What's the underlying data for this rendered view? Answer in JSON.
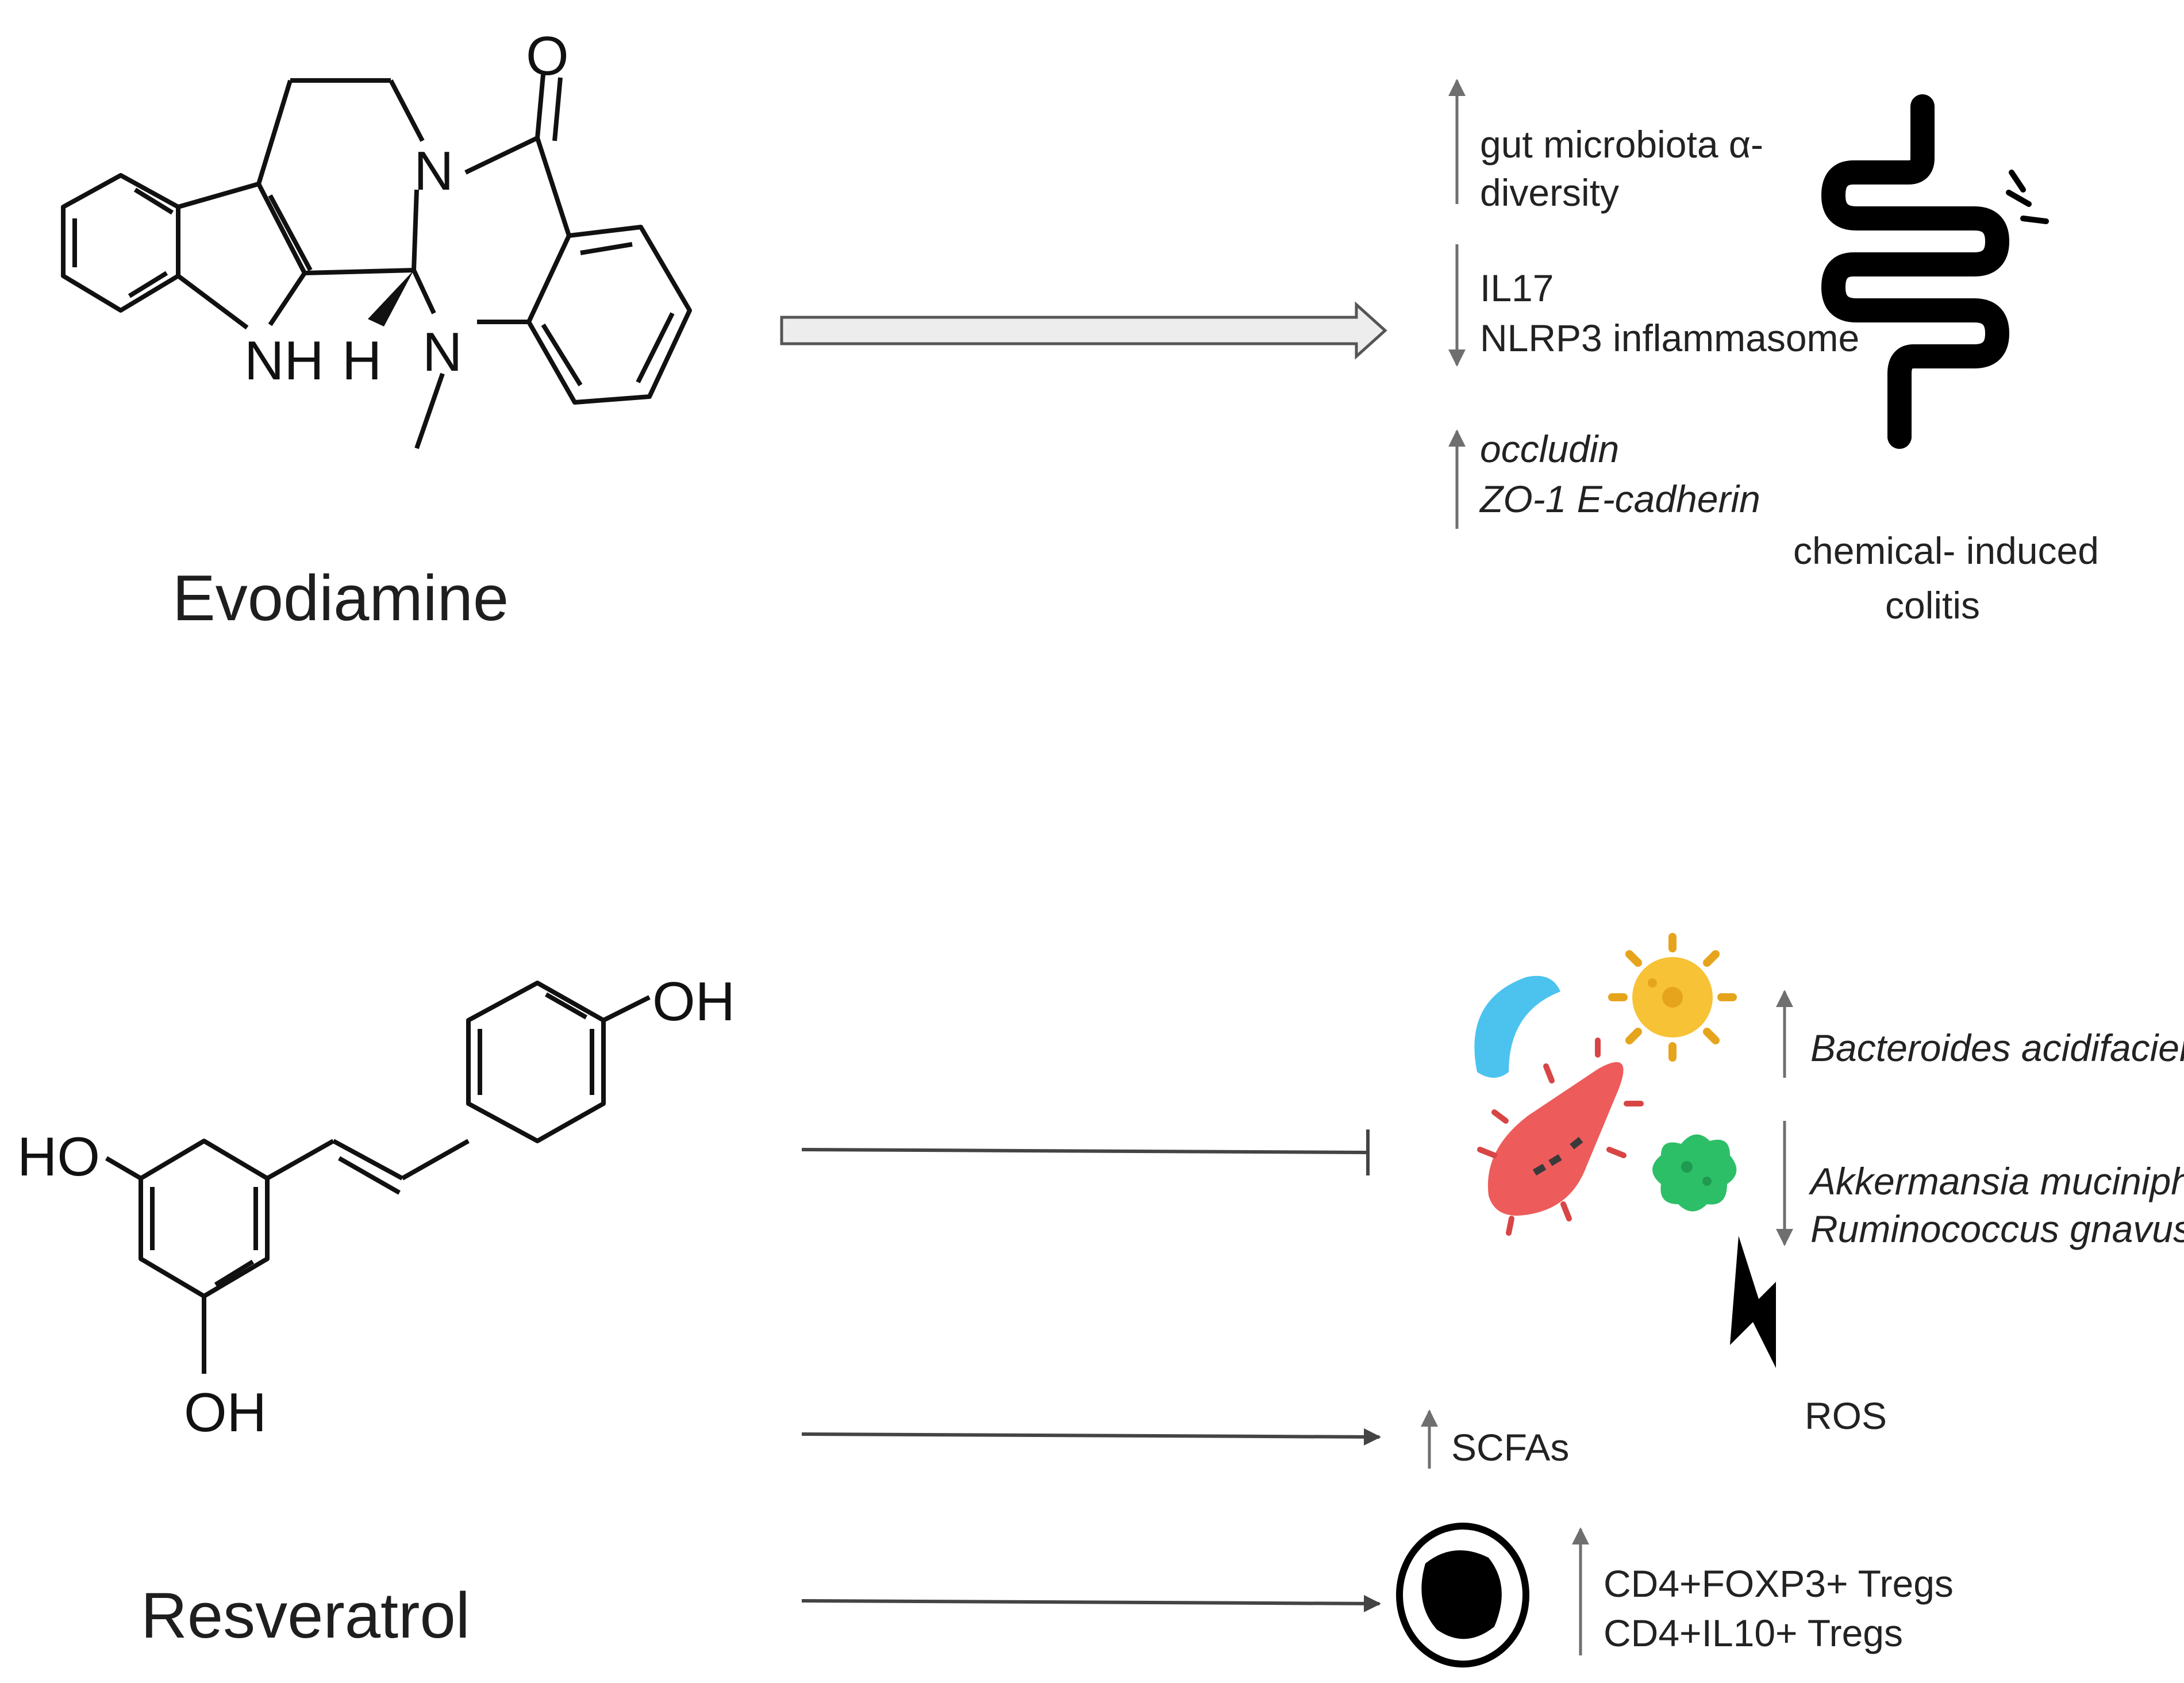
{
  "evodiamine": {
    "name": "Evodiamine",
    "atoms": {
      "o": "O",
      "n_top": "N",
      "nh": "NH",
      "h": "H",
      "n_me": "N"
    },
    "effects": {
      "up_1_line1": "gut microbiota α-",
      "up_1_line2": "diversity",
      "down_1_line1": "IL17",
      "down_1_line2": "NLRP3 inflammasome",
      "up_2_line1": "occludin",
      "up_2_line2": "ZO-1 E-cadherin"
    },
    "disease_line1": "chemical- induced",
    "disease_line2": "colitis"
  },
  "resveratrol": {
    "name": "Resveratrol",
    "atoms": {
      "oh_top": "OH",
      "ho_left": "HO",
      "oh_bottom": "OH"
    },
    "bacteria_up": "Bacteroides acidifaciens",
    "bacteria_down_1": "Akkermansia muciniphila",
    "bacteria_down_2": "Ruminococcus gnavus",
    "ros": "ROS",
    "scfa": "SCFAs",
    "tregs_1": "CD4+FOXP3+ Tregs",
    "tregs_2": "CD4+IL10+ Tregs"
  },
  "colors": {
    "line": "#222222",
    "arrow_gray": "#6f6f6f",
    "bacteria_blue": "#4cc3ef",
    "bacteria_yellow": "#f7c236",
    "bacteria_red": "#ee5b5b",
    "bacteria_green": "#2dbf68"
  },
  "icons": [
    "intestine-icon",
    "bacteria-cluster-icon",
    "lightning-icon",
    "treg-cell-icon"
  ]
}
